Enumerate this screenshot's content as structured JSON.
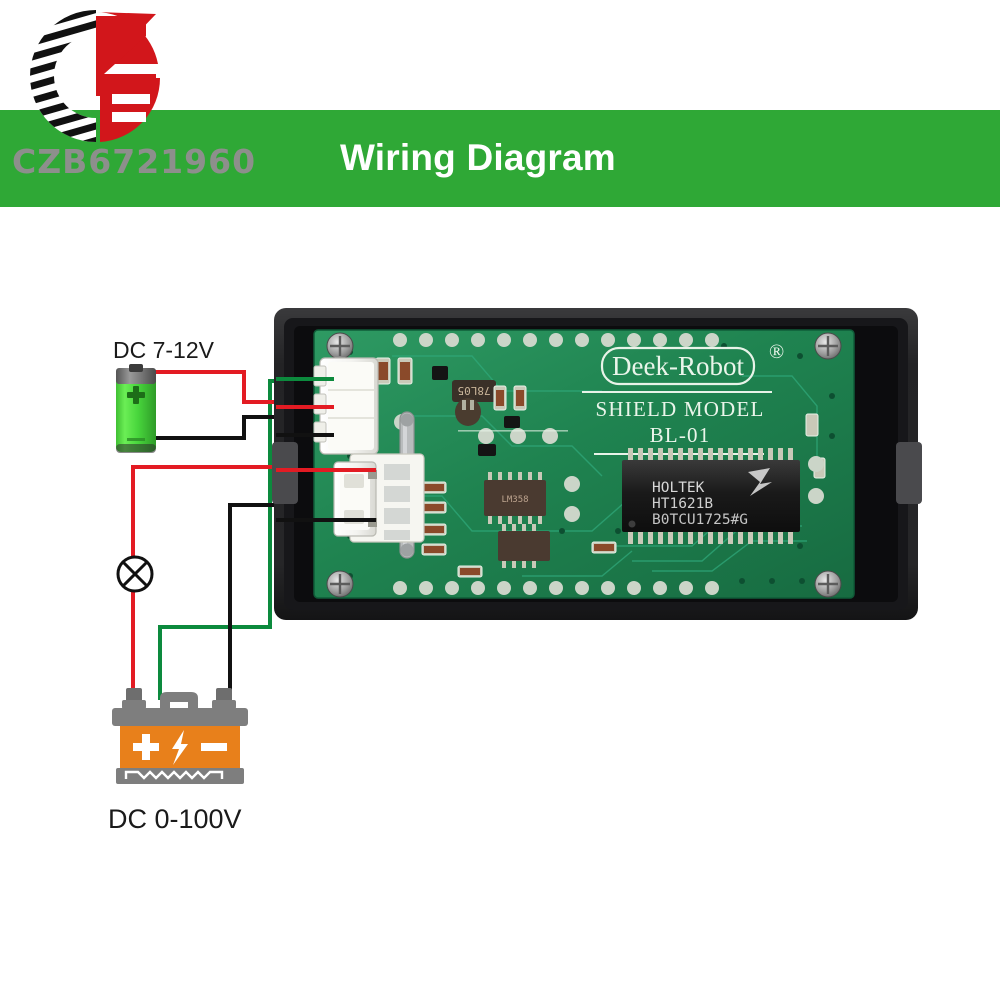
{
  "header": {
    "title": "Wiring Diagram",
    "band_color": "#2FA836",
    "title_color": "#FFFFFF"
  },
  "brand": {
    "watermark": "CZB6721960",
    "watermark_color": "#8D8F8C",
    "logo_name": "czb-circular-logo",
    "logo_colors": {
      "arc": "#111111",
      "mark": "#D2161B"
    }
  },
  "sources": {
    "supply": {
      "label": "DC 7-12V",
      "icon": "aa-battery-icon",
      "body_color": "#46D23C",
      "cap_color": "#6E6E6E",
      "plus_marking": "+"
    },
    "measured": {
      "label": "DC 0-100V",
      "icon": "car-battery-icon",
      "body_color": "#E8801B",
      "case_color": "#7A7A7A",
      "markings": [
        "+",
        "⚡",
        "−"
      ]
    }
  },
  "load": {
    "name": "lamp-load-symbol",
    "symbol": "⊗",
    "color": "#111111"
  },
  "wires": [
    {
      "name": "supply-positive-wire",
      "color": "#E31B23",
      "from": "aa-battery-plus",
      "to": "power-connector-pin2"
    },
    {
      "name": "supply-negative-wire",
      "color": "#111111",
      "from": "aa-battery-minus",
      "to": "power-connector-pin3"
    },
    {
      "name": "sense-positive-wire",
      "color": "#0C8A3D",
      "from": "measured-battery-plus",
      "to": "power-connector-pin1"
    },
    {
      "name": "measure-positive-wire",
      "color": "#E31B23",
      "from": "measured-battery-plus",
      "to": "measure-connector-pin1",
      "through": "lamp-load-symbol"
    },
    {
      "name": "measure-negative-wire",
      "color": "#111111",
      "from": "measured-battery-minus",
      "to": "measure-connector-pin2"
    }
  ],
  "module": {
    "name": "dc-voltmeter-module",
    "case_color": "#2B2B2D",
    "pcb_color": "#1D7A4B",
    "silkscreen": {
      "brand": "Deek-Robot",
      "registered_mark": "®",
      "line1": "SHIELD MODEL",
      "line2": "BL-01"
    },
    "main_ic": {
      "vendor": "HOLTEK",
      "part": "HT1621B",
      "lot": "B0TCU1725#G"
    },
    "regulator": "78L05",
    "opamp": "LM358",
    "connectors": [
      {
        "name": "power-connector",
        "pins": 3,
        "wire_colors": [
          "#0C8A3D",
          "#E31B23",
          "#111111"
        ]
      },
      {
        "name": "measure-connector",
        "pins": 2,
        "wire_colors": [
          "#E31B23",
          "#111111"
        ]
      }
    ]
  }
}
